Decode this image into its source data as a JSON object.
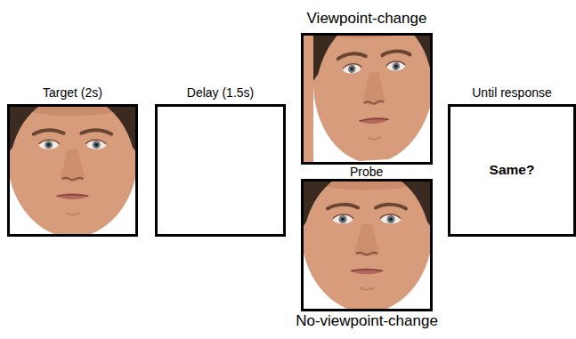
{
  "diagram": {
    "nodes": [
      {
        "text": [
          "Target (2s)"
        ]
      },
      {
        "text": [
          "Delay (1.5s)"
        ]
      },
      {
        "text": [
          "Viewpoint-change"
        ]
      },
      {
        "text": [
          "No-viewpoint-change"
        ]
      },
      {
        "text": [
          "Until response",
          "Same?"
        ]
      }
    ],
    "labels": [
      "Probe"
    ]
  }
}
